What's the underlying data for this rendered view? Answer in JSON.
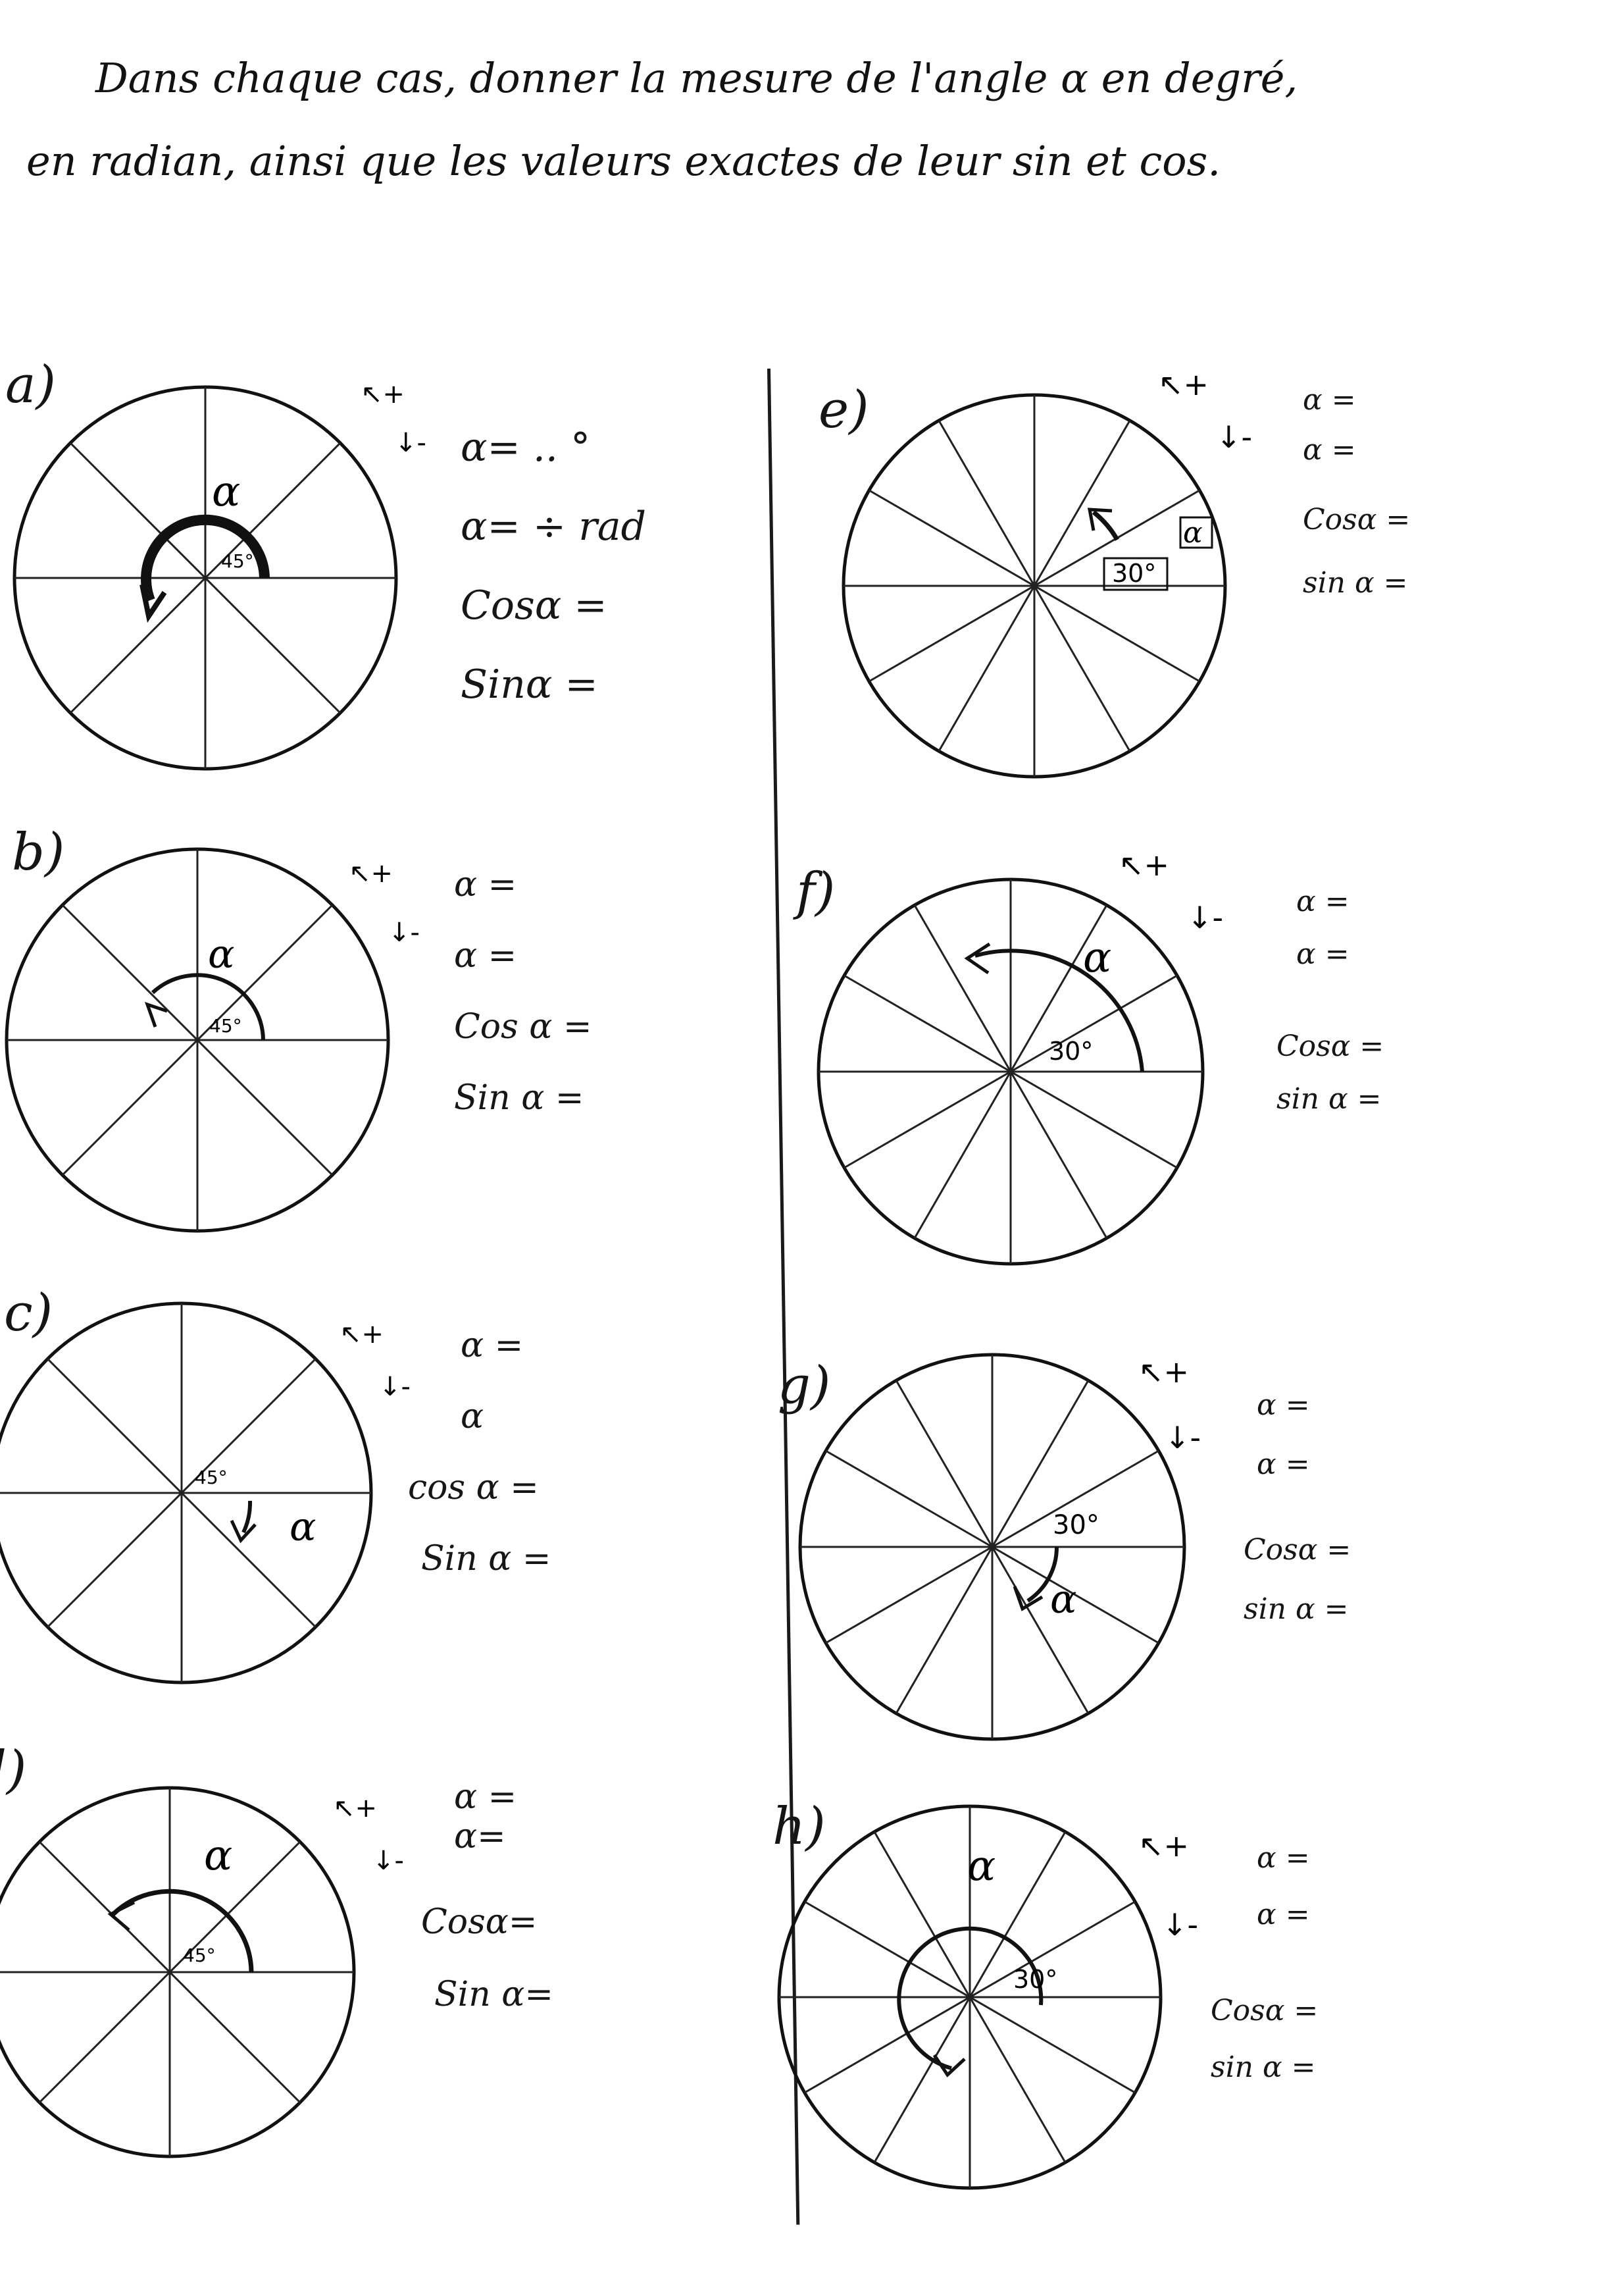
{
  "instructions": {
    "line1": "Dans chaque cas, donner la mesure de l'angle α en degré,",
    "line2": "en radian, ainsi que les valeurs exactes de leur sin et cos."
  },
  "exercises": [
    {
      "letter": "a)",
      "divisions": 8,
      "ref_label": "45°",
      "angle_label": "α",
      "direction": [
        "↖+",
        "↓-"
      ],
      "fields": [
        "α= ..  °",
        "α= ÷ rad",
        "Cosα =",
        "Sinα ="
      ]
    },
    {
      "letter": "b)",
      "divisions": 8,
      "ref_label": "45°",
      "angle_label": "α",
      "direction": [
        "↖+",
        "↓-"
      ],
      "fields": [
        "α =",
        "α =",
        "Cos α =",
        "Sin α ="
      ]
    },
    {
      "letter": "c)",
      "divisions": 8,
      "ref_label": "45°",
      "angle_label": "α",
      "direction": [
        "↖+",
        "↓-"
      ],
      "fields": [
        "α =",
        "α",
        "cos α =",
        "Sin α ="
      ]
    },
    {
      "letter": "d)",
      "divisions": 8,
      "ref_label": "45°",
      "angle_label": "α",
      "direction": [
        "↖+",
        "↓-"
      ],
      "fields": [
        "α =",
        "α=",
        "Cosα=",
        "Sin α="
      ]
    },
    {
      "letter": "e)",
      "divisions": 12,
      "ref_label": "30°",
      "angle_label": "α",
      "direction": [
        "↖+",
        "↓-"
      ],
      "fields": [
        "α =",
        "α =",
        "Cosα =",
        "sin α ="
      ]
    },
    {
      "letter": "f)",
      "divisions": 12,
      "ref_label": "30°",
      "angle_label": "α",
      "direction": [
        "↖+",
        "↓-"
      ],
      "fields": [
        "α =",
        "α =",
        "Cosα =",
        "sin α ="
      ]
    },
    {
      "letter": "g)",
      "divisions": 12,
      "ref_label": "30°",
      "angle_label": "α",
      "direction": [
        "↖+",
        "↓-"
      ],
      "fields": [
        "α =",
        "α =",
        "Cosα =",
        "sin α ="
      ]
    },
    {
      "letter": "h)",
      "divisions": 12,
      "ref_label": "30°",
      "angle_label": "α",
      "direction": [
        "↖+",
        "↓-"
      ],
      "fields": [
        "α =",
        "α =",
        "Cosα =",
        "sin α ="
      ]
    }
  ]
}
